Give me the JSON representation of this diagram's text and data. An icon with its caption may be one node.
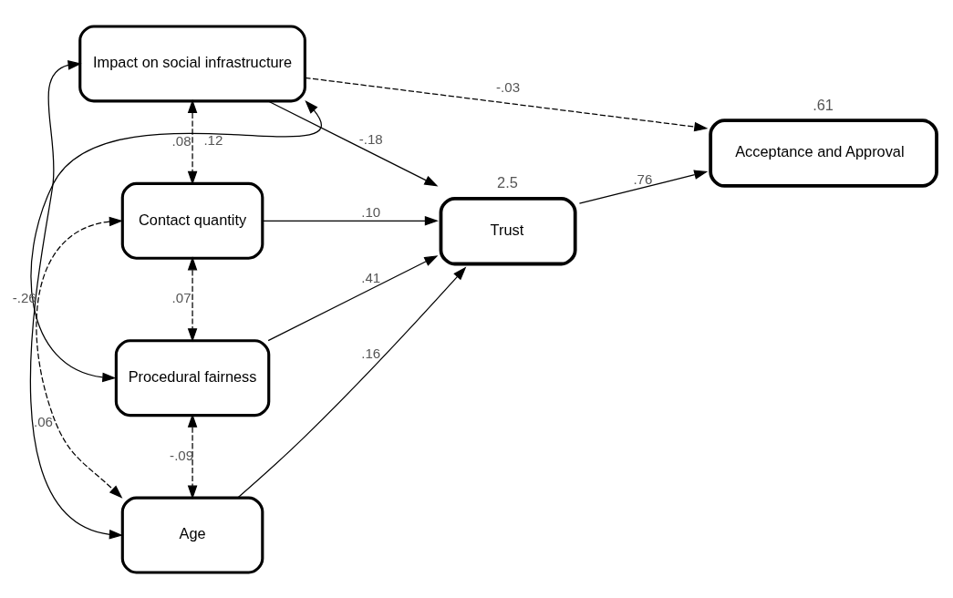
{
  "diagram": {
    "nodes": [
      {
        "text": [
          "Impact on social infrastructure"
        ]
      },
      {
        "text": [
          "Contact quantity"
        ]
      },
      {
        "text": [
          "Procedural fairness"
        ]
      },
      {
        "text": [
          "Age"
        ]
      },
      {
        "text": [
          "Trust"
        ],
        "beside": [
          "2.5"
        ]
      },
      {
        "text": [
          "Acceptance and Approval"
        ],
        "beside": [
          ".61"
        ]
      }
    ],
    "edges": [
      {
        "from": 0,
        "to": 1,
        "arrow": "both",
        "label": ".08",
        "style": "dashed"
      },
      {
        "from": 1,
        "to": 2,
        "arrow": "both",
        "label": ".07",
        "style": "dashed"
      },
      {
        "from": 2,
        "to": 3,
        "arrow": "both",
        "label": "-.09",
        "style": "dashed"
      },
      {
        "from": 0,
        "to": 3,
        "arrow": "both",
        "label": "-.26"
      },
      {
        "from": 0,
        "to": 2,
        "arrow": "both",
        "label": ".12"
      },
      {
        "from": 1,
        "to": 3,
        "arrow": "both",
        "label": ".06",
        "style": "dashed"
      },
      {
        "from": 0,
        "to": 4,
        "arrow": "to",
        "label": "-.18"
      },
      {
        "from": 1,
        "to": 4,
        "arrow": "to",
        "label": ".10"
      },
      {
        "from": 2,
        "to": 4,
        "arrow": "to",
        "label": ".41"
      },
      {
        "from": 3,
        "to": 4,
        "arrow": "to",
        "label": ".16"
      },
      {
        "from": 4,
        "to": 5,
        "arrow": "to",
        "label": ".76"
      },
      {
        "from": 0,
        "to": 5,
        "arrow": "to",
        "label": "-.03",
        "style": "dashed"
      }
    ]
  }
}
